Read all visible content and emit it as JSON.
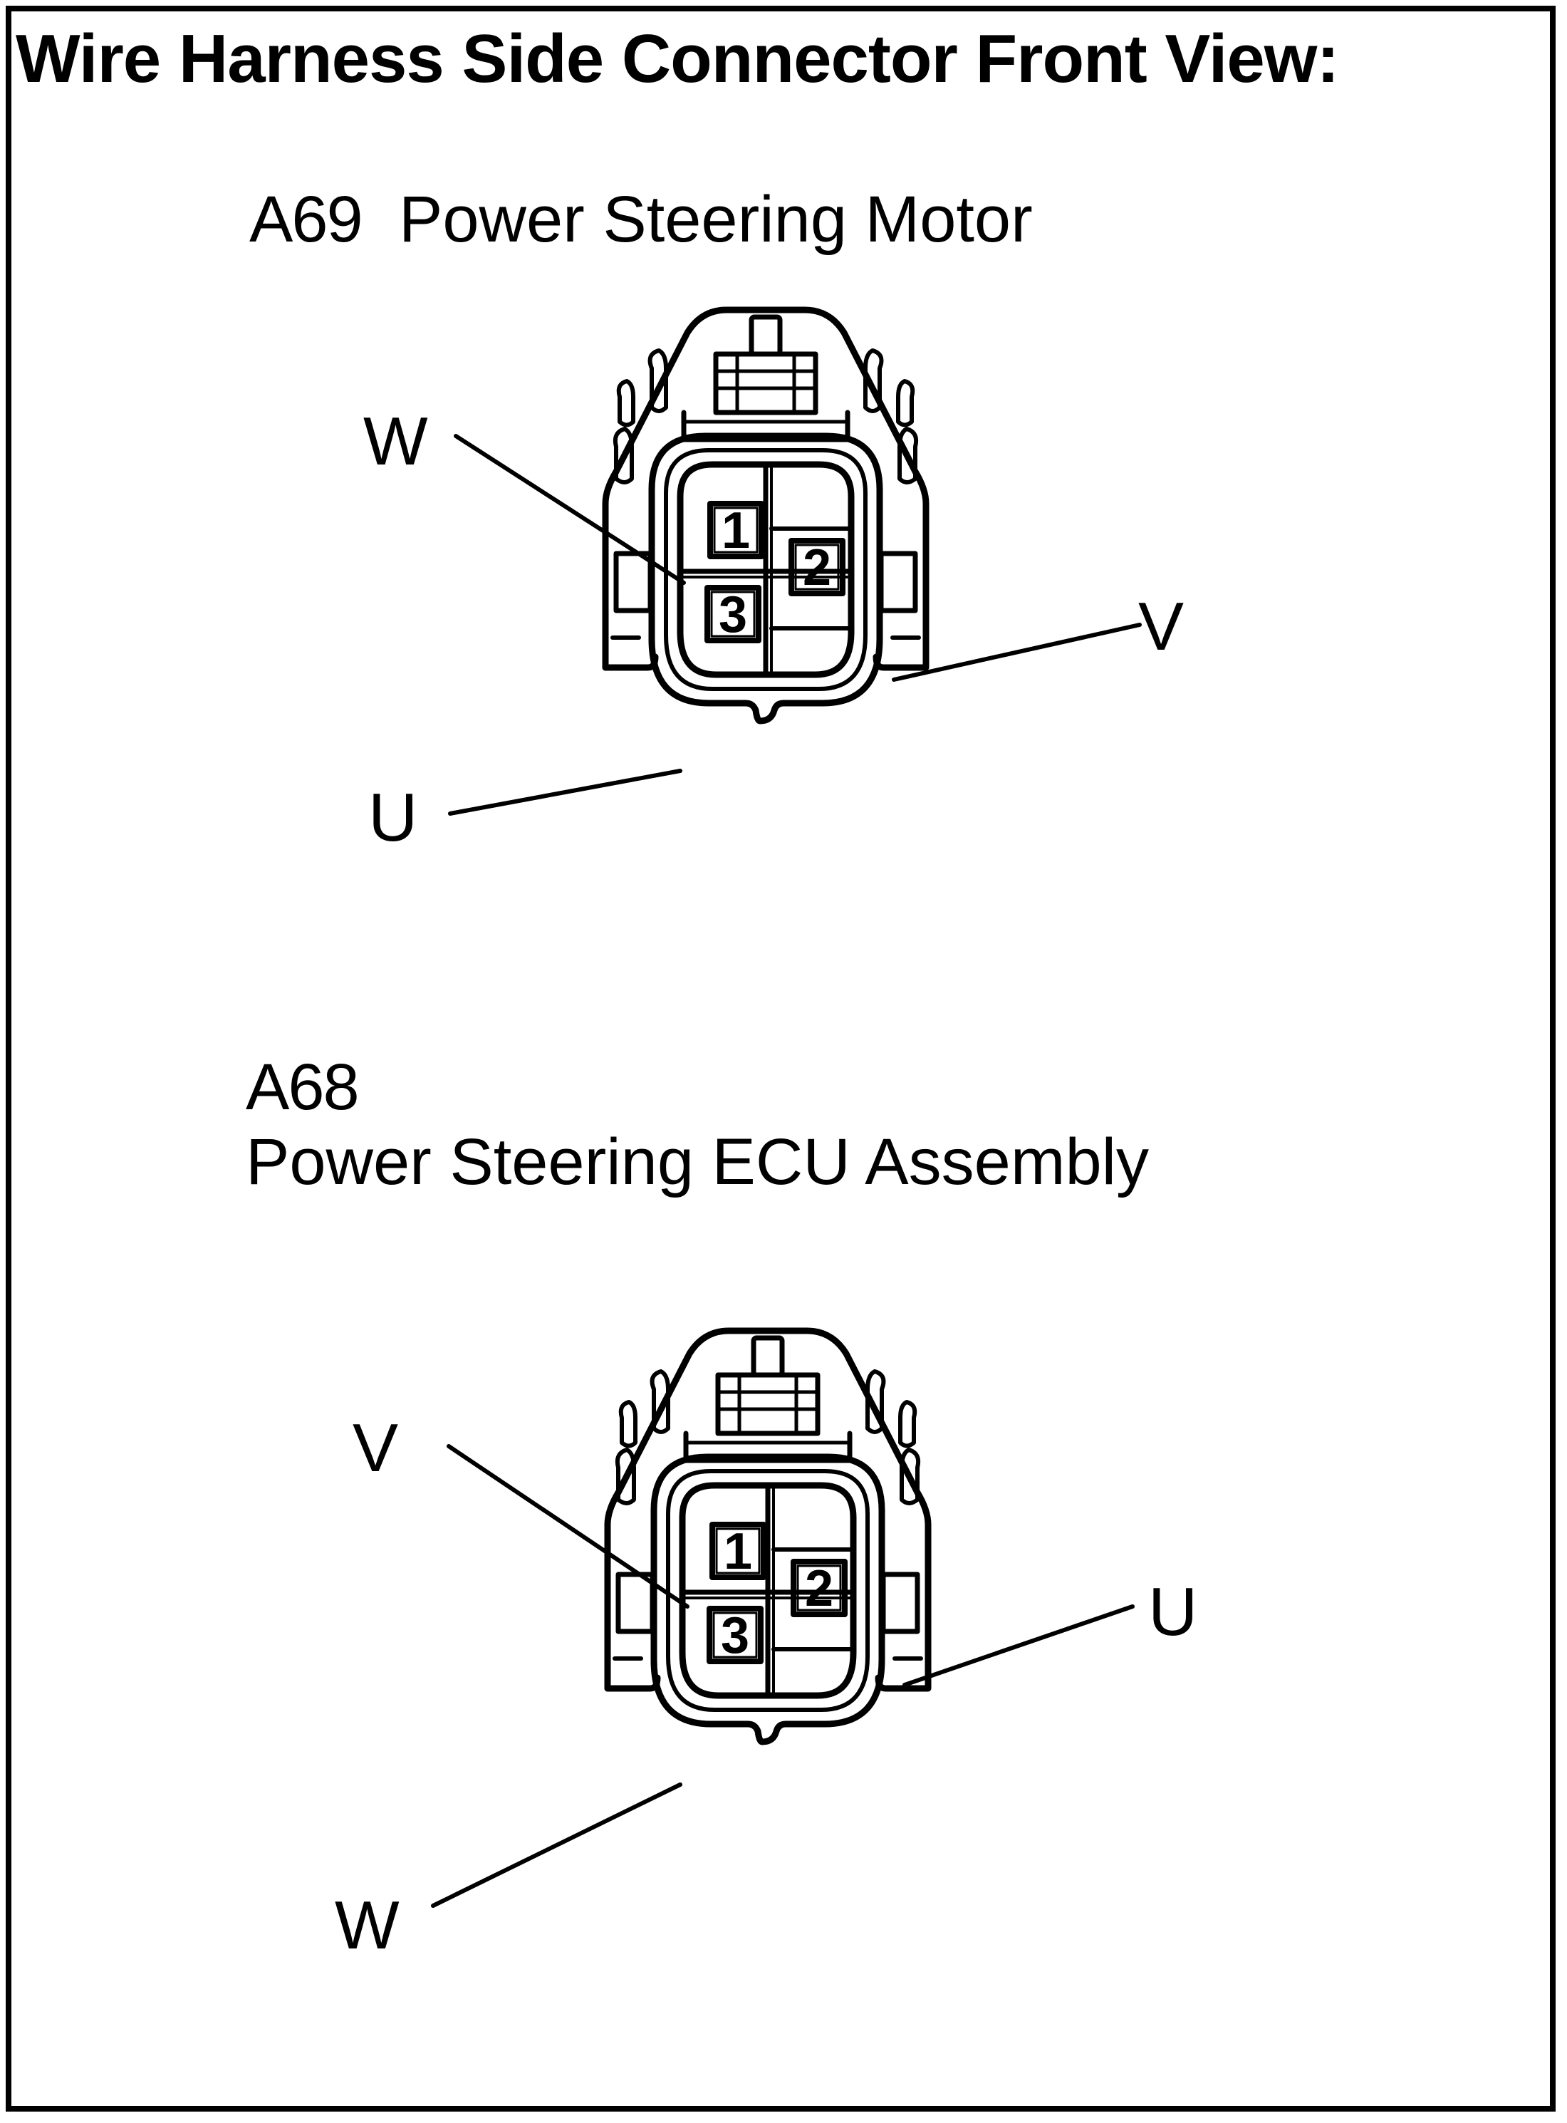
{
  "title": "Wire Harness Side Connector Front View:",
  "connectors": [
    {
      "code": "A69",
      "name": "Power Steering Motor",
      "pins": [
        {
          "number": "1",
          "wire": "W"
        },
        {
          "number": "2",
          "wire": "V"
        },
        {
          "number": "3",
          "wire": "U"
        }
      ]
    },
    {
      "code": "A68",
      "name": "Power Steering ECU Assembly",
      "pins": [
        {
          "number": "1",
          "wire": "V"
        },
        {
          "number": "2",
          "wire": "U"
        },
        {
          "number": "3",
          "wire": "W"
        }
      ]
    }
  ]
}
